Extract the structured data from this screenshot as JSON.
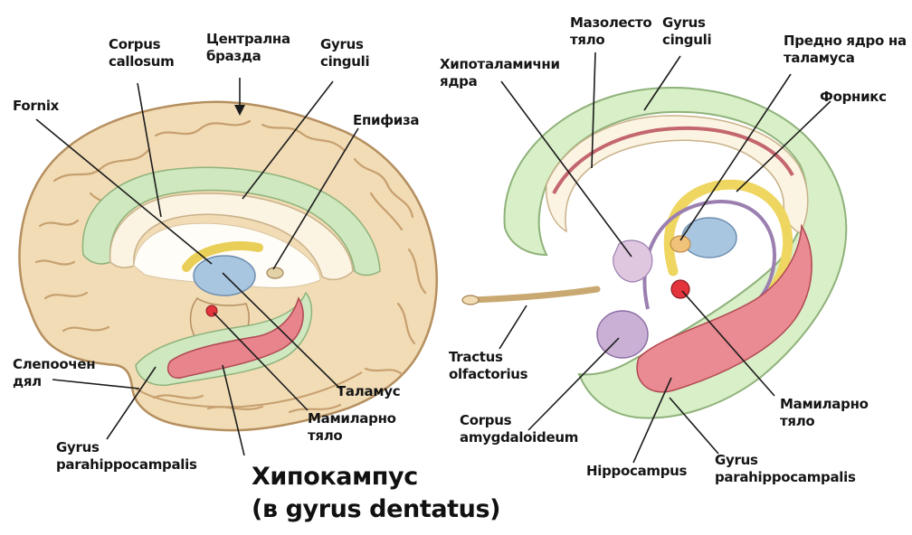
{
  "colors": {
    "cortex": "#f1dcb6",
    "cortex_shadow": "#d9b98a",
    "cingulate": "#cfe8c0",
    "hippocampus": "#e8848c",
    "fornix": "#f2e07a",
    "thalamus": "#a9c6e0",
    "amygdala": "#c9b0d4",
    "mammillary": "#e3333c",
    "leader": "#1c1c1c"
  },
  "left_panel": {
    "labels": {
      "fornix": "Fornix",
      "corpus_callosum": "Corpus\ncallosum",
      "central_sulcus": "Централна\nбразда",
      "gyrus_cinguli": "Gyrus\ncinguli",
      "epiphysis": "Епифиза",
      "occipital_lobe": "Слепоочен\nдял",
      "thalamus": "Таламус",
      "mammillary_body": "Мамиларно\nтяло",
      "gyrus_parahippocampalis": "Gyrus\nparahippocampalis",
      "hippocampus_main": "Хипокампус\n(в gyrus dentatus)"
    }
  },
  "right_panel": {
    "labels": {
      "corpus_callosum": "Мазолесто\nтяло",
      "gyrus_cinguli": "Gyrus\ncinguli",
      "anterior_thalamic_nucleus": "Предно ядро на\nталамуса",
      "hypothalamic_nuclei": "Хипоталамични\nядра",
      "fornix": "Форникс",
      "tractus_olfactorius": "Tractus\nolfactorius",
      "corpus_amygdaloideum": "Corpus\namygdaloideum",
      "hippocampus": "Hippocampus",
      "mammillary_body": "Мамиларно\nтяло",
      "gyrus_parahippocampalis": "Gyrus\nparahippocampalis"
    }
  }
}
